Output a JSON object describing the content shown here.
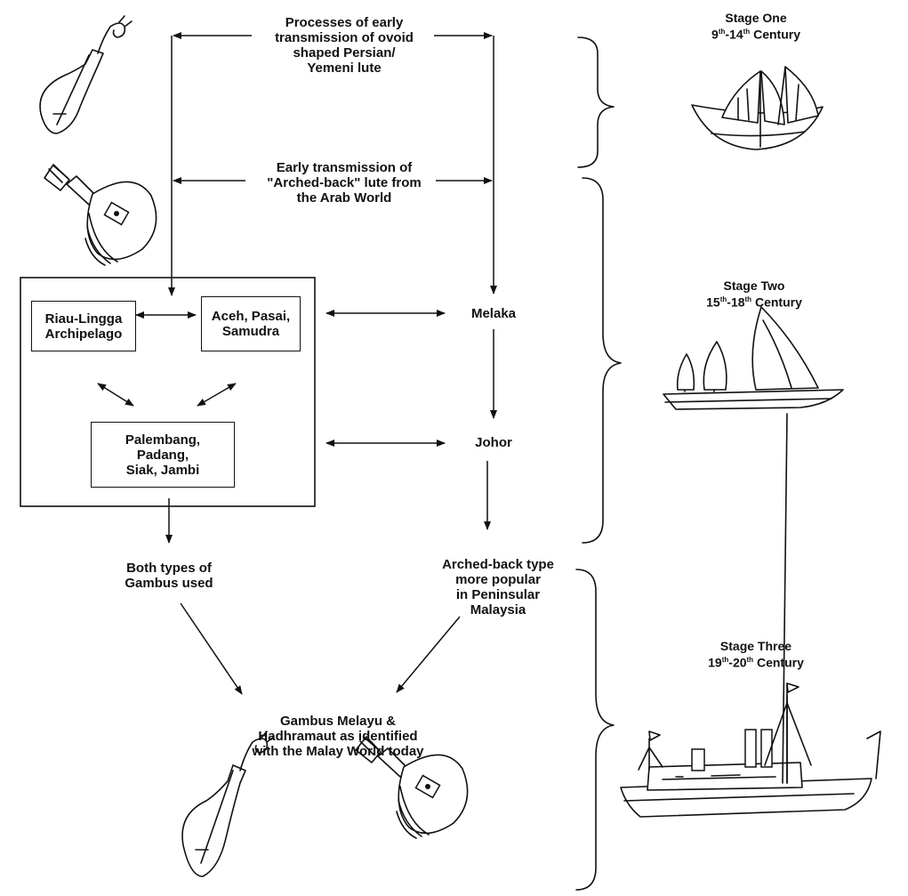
{
  "labels": {
    "top_process": "Processes of early\ntransmission of ovoid\nshaped Persian/\nYemeni lute",
    "arched_transmission": "Early transmission of\n\"Arched-back\" lute from\nthe Arab World",
    "melaka": "Melaka",
    "johor": "Johor",
    "both_types": "Both types of\nGambus used",
    "arched_popular": "Arched-back type\nmore popular\nin Peninsular\nMalaysia",
    "result": "Gambus Melayu &\nHadhramaut as identified\nwith the Malay World today"
  },
  "boxes": {
    "riau": "Riau-Lingga\nArchipelago",
    "aceh": "Aceh, Pasai,\nSamudra",
    "palembang": "Palembang,\nPadang,\nSiak, Jambi"
  },
  "stages": [
    {
      "title": "Stage One",
      "start": "9",
      "start_sup": "th",
      "end": "14",
      "end_sup": "th",
      "suffix": "Century",
      "ship": "dhow-two-sail-icon"
    },
    {
      "title": "Stage Two",
      "start": "15",
      "start_sup": "th",
      "end": "18",
      "end_sup": "th",
      "suffix": "Century",
      "ship": "three-sail-ship-icon"
    },
    {
      "title": "Stage Three",
      "start": "19",
      "start_sup": "th",
      "end": "20",
      "end_sup": "th",
      "suffix": "Century",
      "ship": "steamship-icon"
    }
  ],
  "icons": [
    "ovoid-lute-icon",
    "arched-back-lute-icon"
  ]
}
